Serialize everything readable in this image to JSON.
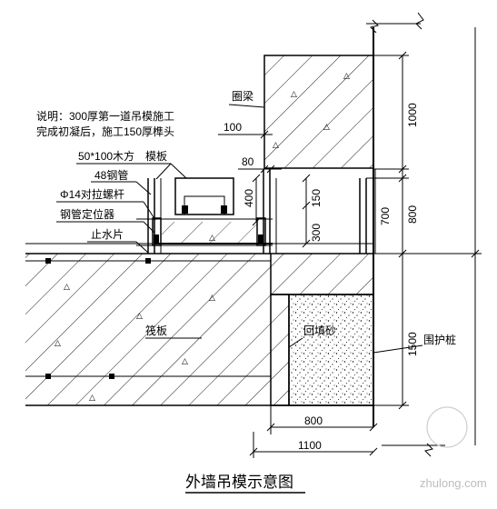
{
  "title": "外墙吊模示意图",
  "note": {
    "line1": "说明：300厚第一道吊模施工",
    "line2": "完成初凝后，施工150厚榫头"
  },
  "labels": {
    "ring_beam": "圈梁",
    "timber": "50*100木方",
    "formwork": "模板",
    "steel_pipe": "48钢管",
    "tie_bolt": "Φ14对拉螺杆",
    "pipe_locator": "钢管定位器",
    "water_stop": "止水片",
    "raft": "筏板",
    "backfill": "回填砂",
    "retaining_board": "围护桩"
  },
  "dimensions": {
    "d1000": "1000",
    "d100": "100",
    "d80": "80",
    "d400": "400",
    "d150": "150",
    "d300": "300",
    "d700": "700",
    "d800_vert": "800",
    "d1500": "1500",
    "d800_horiz": "800",
    "d1100": "1100"
  },
  "watermark": "zhulong.com",
  "colors": {
    "line": "#000000",
    "watermark": "#bdbdbd"
  }
}
